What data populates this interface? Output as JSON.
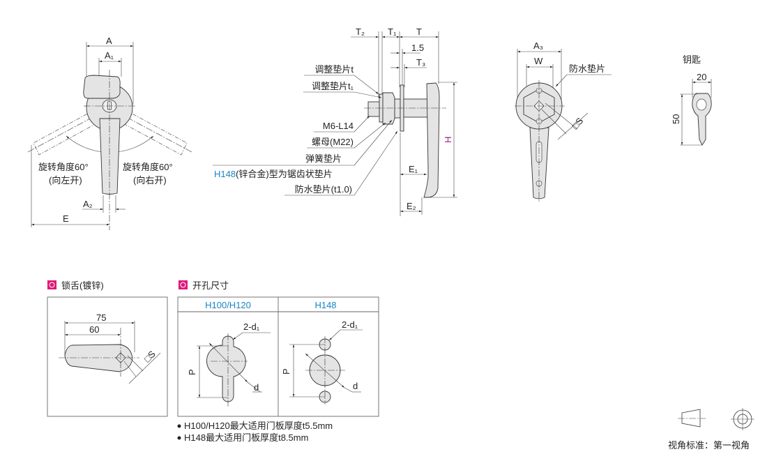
{
  "front_view": {
    "dim_A": "A",
    "dim_A1": "A₁",
    "dim_A2": "A₂",
    "dim_E": "E",
    "rotate_left": "旋转角度60°",
    "rotate_left_dir": "(向左开)",
    "rotate_right": "旋转角度60°",
    "rotate_right_dir": "(向右开)"
  },
  "side_view": {
    "dim_T2": "T₂",
    "dim_T1": "T₁",
    "dim_T": "T",
    "dim_1_5": "1.5",
    "dim_T3": "T₃",
    "dim_H": "H",
    "dim_E1": "E₁",
    "dim_E2": "E₂",
    "callouts": {
      "shim_t": "调整垫片t",
      "shim_t1": "调整垫片t₁",
      "screw": "M6-L14",
      "nut": "螺母(M22)",
      "spring_washer": "弹簧垫片",
      "h148_prefix": "H148",
      "h148_note": "(锌合金)型为锯齿状垫片",
      "waterproof": "防水垫片(t1.0)"
    }
  },
  "rear_view": {
    "dim_A3": "A₃",
    "dim_W": "W",
    "waterproof": "防水垫片",
    "dim_S": "□S"
  },
  "key": {
    "title": "钥匙",
    "width": "20",
    "length": "50"
  },
  "latch": {
    "title": "锁舌(镀锌)",
    "dim_75": "75",
    "dim_60": "60",
    "dim_S": "□S"
  },
  "cutout": {
    "title": "开孔尺寸",
    "columns": [
      "H100/H120",
      "H148"
    ],
    "dim_d1": "2-d₁",
    "dim_d": "d",
    "dim_P": "P"
  },
  "notes": [
    "H100/H120最大适用门板厚度t5.5mm",
    "H148最大适用门板厚度t8.5mm"
  ],
  "projection": {
    "label": "视角标准：第一视角"
  },
  "colors": {
    "accent_pink": "#e0187a",
    "blue": "#1a84c6",
    "h_purple": "#a0207a"
  }
}
